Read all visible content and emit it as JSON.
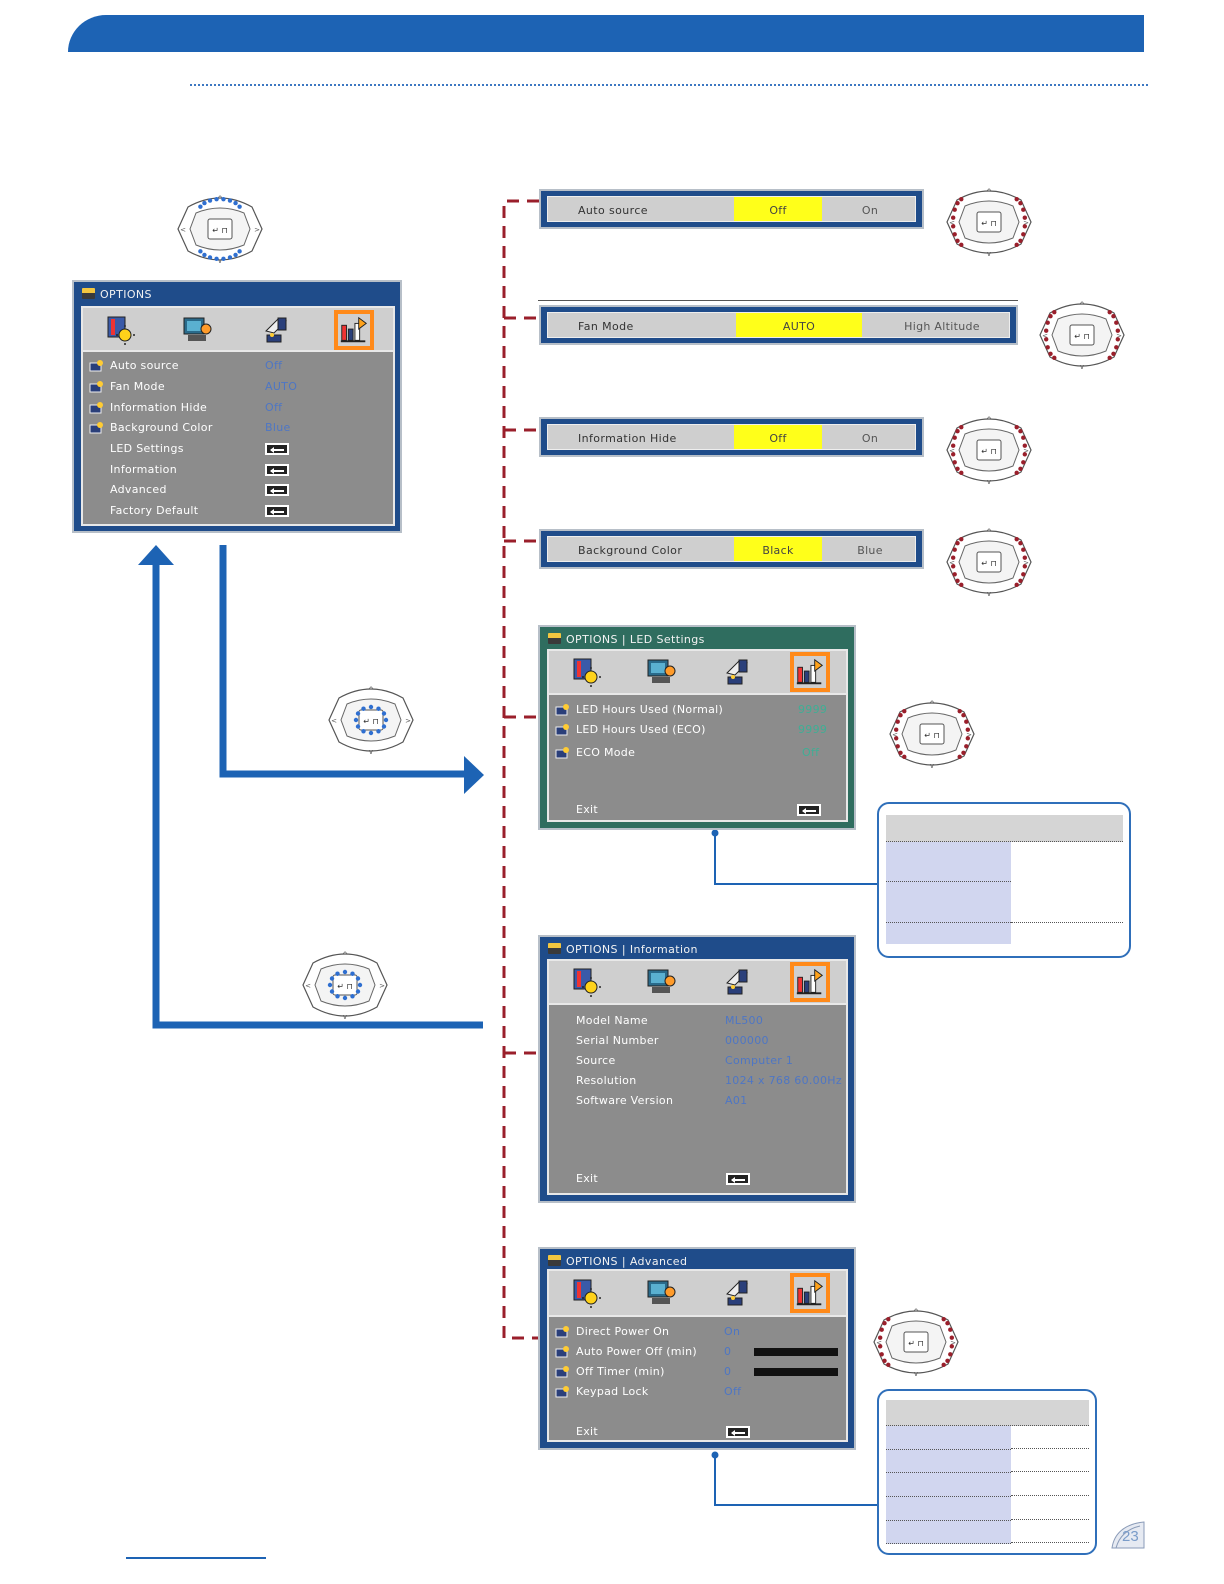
{
  "colors": {
    "brand_blue": "#1d63b4",
    "connector_red": "#9a1f2b",
    "highlight_yellow": "#ffff1a",
    "selected_orange": "#ff8a1a",
    "osd_value_blue": "#4e76c4",
    "osd_value_green": "#3fae95"
  },
  "icons": {
    "osd_tabs": [
      "image-icon",
      "display-icon",
      "setup-icon",
      "options-icon"
    ],
    "keypad": "remote-keypad-icon",
    "enter": "enter-key-icon"
  },
  "main_menu": {
    "title": "OPTIONS",
    "items": [
      {
        "label": "Auto source",
        "value": "Off",
        "icon": "auto-source-icon"
      },
      {
        "label": "Fan Mode",
        "value": "AUTO",
        "icon": "fan-mode-icon"
      },
      {
        "label": "Information Hide",
        "value": "Off",
        "icon": "info-hide-icon"
      },
      {
        "label": "Background Color",
        "value": "Blue",
        "icon": "background-color-icon"
      },
      {
        "label": "LED Settings",
        "value": "",
        "icon": "enter-icon"
      },
      {
        "label": "Information",
        "value": "",
        "icon": "enter-icon"
      },
      {
        "label": "Advanced",
        "value": "",
        "icon": "enter-icon"
      },
      {
        "label": "Factory Default",
        "value": "",
        "icon": "enter-icon"
      }
    ]
  },
  "option_bars": [
    {
      "label": "Auto source",
      "options": [
        "Off",
        "On"
      ],
      "selected": "Off"
    },
    {
      "label": "Fan Mode",
      "options": [
        "AUTO",
        "High Altitude"
      ],
      "selected": "AUTO"
    },
    {
      "label": "Information Hide",
      "options": [
        "Off",
        "On"
      ],
      "selected": "Off"
    },
    {
      "label": "Background Color",
      "options": [
        "Black",
        "Blue"
      ],
      "selected": "Black"
    }
  ],
  "led_menu": {
    "title": "OPTIONS | LED Settings",
    "items": [
      {
        "label": "LED Hours Used (Normal)",
        "value": "9999"
      },
      {
        "label": "LED Hours Used (ECO)",
        "value": "9999"
      },
      {
        "label": "ECO Mode",
        "value": "Off"
      }
    ],
    "exit": "Exit"
  },
  "info_menu": {
    "title": "OPTIONS | Information",
    "items": [
      {
        "label": "Model Name",
        "value": "ML500"
      },
      {
        "label": "Serial Number",
        "value": "000000"
      },
      {
        "label": "Source",
        "value": "Computer 1"
      },
      {
        "label": "Resolution",
        "value": "1024 x 768 60.00Hz"
      },
      {
        "label": "Software Version",
        "value": "A01"
      }
    ],
    "exit": "Exit"
  },
  "advanced_menu": {
    "title": "OPTIONS | Advanced",
    "items": [
      {
        "label": "Direct Power On",
        "value": "On"
      },
      {
        "label": "Auto Power Off (min)",
        "value": "0"
      },
      {
        "label": "Off Timer (min)",
        "value": "0"
      },
      {
        "label": "Keypad Lock",
        "value": "Off"
      }
    ],
    "exit": "Exit"
  },
  "page": {
    "number": "23"
  }
}
